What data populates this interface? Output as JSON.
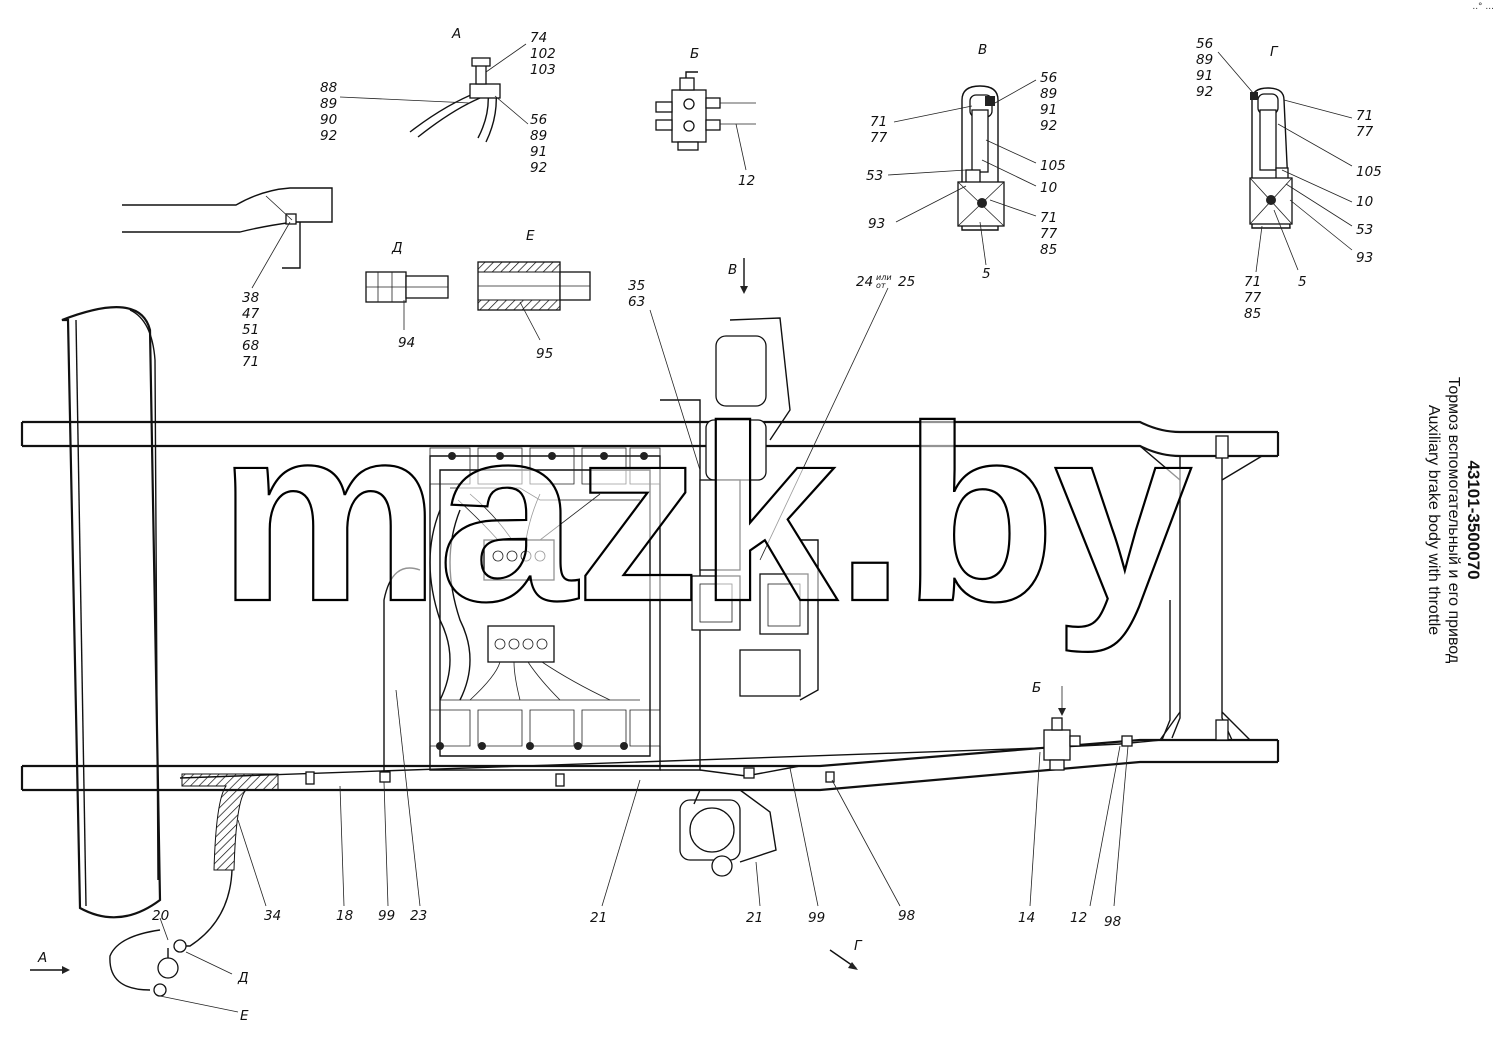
{
  "title": {
    "code": "43101-3500070",
    "name_ru": "Тормоз вспомогательный и его привод",
    "name_en": "Auxiliary brake body with throttle"
  },
  "watermark": "mazk.by",
  "corner_mark": "..° ...",
  "views": {
    "A": {
      "letter": "А",
      "callouts": [
        {
          "lines": [
            "74",
            "102",
            "103"
          ]
        },
        {
          "lines": [
            "88",
            "89",
            "90",
            "92"
          ]
        },
        {
          "lines": [
            "56",
            "89",
            "91",
            "92"
          ]
        }
      ]
    },
    "B": {
      "letter": "Б",
      "callouts": [
        {
          "lines": [
            "12"
          ]
        }
      ]
    },
    "V": {
      "letter": "В",
      "callouts": [
        {
          "lines": [
            "56",
            "89",
            "91",
            "92"
          ]
        },
        {
          "lines": [
            "71",
            "77"
          ]
        },
        {
          "lines": [
            "105"
          ]
        },
        {
          "lines": [
            "53"
          ]
        },
        {
          "lines": [
            "10"
          ]
        },
        {
          "lines": [
            "93"
          ]
        },
        {
          "lines": [
            "71",
            "77",
            "85"
          ]
        },
        {
          "lines": [
            "5"
          ]
        }
      ]
    },
    "G": {
      "letter": "Г",
      "callouts": [
        {
          "lines": [
            "56",
            "89",
            "91",
            "92"
          ]
        },
        {
          "lines": [
            "71",
            "77"
          ]
        },
        {
          "lines": [
            "105"
          ]
        },
        {
          "lines": [
            "10"
          ]
        },
        {
          "lines": [
            "53"
          ]
        },
        {
          "lines": [
            "93"
          ]
        },
        {
          "lines": [
            "71",
            "77",
            "85"
          ]
        },
        {
          "lines": [
            "5"
          ]
        }
      ]
    },
    "D": {
      "letter": "Д",
      "callouts": [
        {
          "lines": [
            "94"
          ]
        }
      ]
    },
    "E": {
      "letter": "Е",
      "callouts": [
        {
          "lines": [
            "95"
          ]
        }
      ]
    },
    "bracket": {
      "callouts": [
        {
          "lines": [
            "38",
            "47",
            "51",
            "68",
            "71"
          ]
        }
      ]
    }
  },
  "main": {
    "callouts": {
      "c35_63": [
        "35",
        "63"
      ],
      "c24_25": {
        "a": "24",
        "mid_top": "или",
        "mid_bottom": "от",
        "b": "25"
      },
      "bottom": [
        "34",
        "18",
        "99",
        "23",
        "21",
        "21",
        "99",
        "98",
        "14",
        "12",
        "98",
        "20"
      ]
    },
    "view_markers": {
      "V": "В",
      "B": "Б",
      "A": "А",
      "G": "Г",
      "D": "Д",
      "E": "Е"
    }
  }
}
